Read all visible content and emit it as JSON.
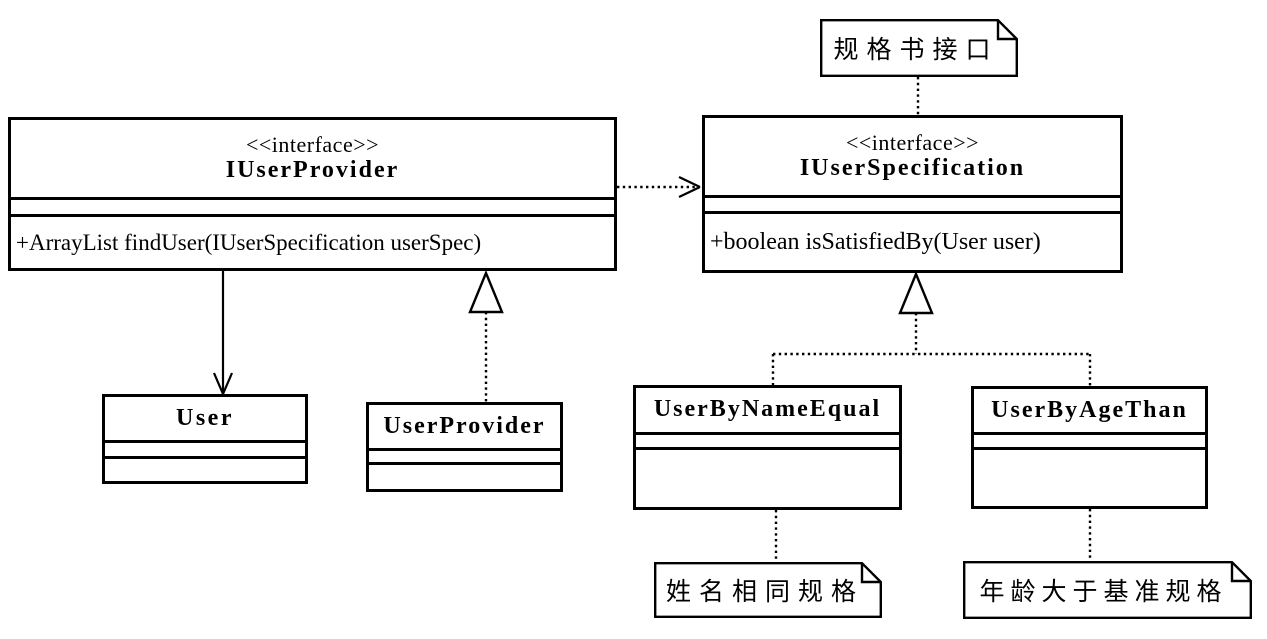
{
  "classes": {
    "iuserprovider": {
      "stereotype": "<<interface>>",
      "name": "IUserProvider",
      "methods": [
        "+ArrayList findUser(IUserSpecification userSpec)"
      ]
    },
    "iuserspecification": {
      "stereotype": "<<interface>>",
      "name": "IUserSpecification",
      "methods": [
        "+boolean isSatisfiedBy(User user)"
      ]
    },
    "user": {
      "name": "User"
    },
    "userprovider": {
      "name": "UserProvider"
    },
    "userbynameequal": {
      "name": "UserByNameEqual"
    },
    "userbyagethan": {
      "name": "UserByAgeThan"
    }
  },
  "notes": {
    "spec_interface": {
      "text": "规格书接口"
    },
    "name_equal": {
      "text": "姓名相同规格"
    },
    "age_than": {
      "text": "年龄大于基准规格"
    }
  },
  "relationships": [
    {
      "type": "dependency",
      "from": "IUserProvider",
      "to": "IUserSpecification",
      "style": "dotted-open-arrow"
    },
    {
      "type": "association",
      "from": "IUserProvider",
      "to": "User",
      "style": "solid-open-arrow"
    },
    {
      "type": "realization",
      "from": "UserProvider",
      "to": "IUserProvider",
      "style": "dotted-hollow-triangle"
    },
    {
      "type": "realization",
      "from": "UserByNameEqual",
      "to": "IUserSpecification",
      "style": "dotted-hollow-triangle"
    },
    {
      "type": "realization",
      "from": "UserByAgeThan",
      "to": "IUserSpecification",
      "style": "dotted-hollow-triangle"
    },
    {
      "type": "note-anchor",
      "from": "规格书接口",
      "to": "IUserSpecification"
    },
    {
      "type": "note-anchor",
      "from": "姓名相同规格",
      "to": "UserByNameEqual"
    },
    {
      "type": "note-anchor",
      "from": "年龄大于基准规格",
      "to": "UserByAgeThan"
    }
  ],
  "colors": {
    "line": "#000000",
    "background": "#ffffff",
    "box_fill": "#ffffff"
  }
}
